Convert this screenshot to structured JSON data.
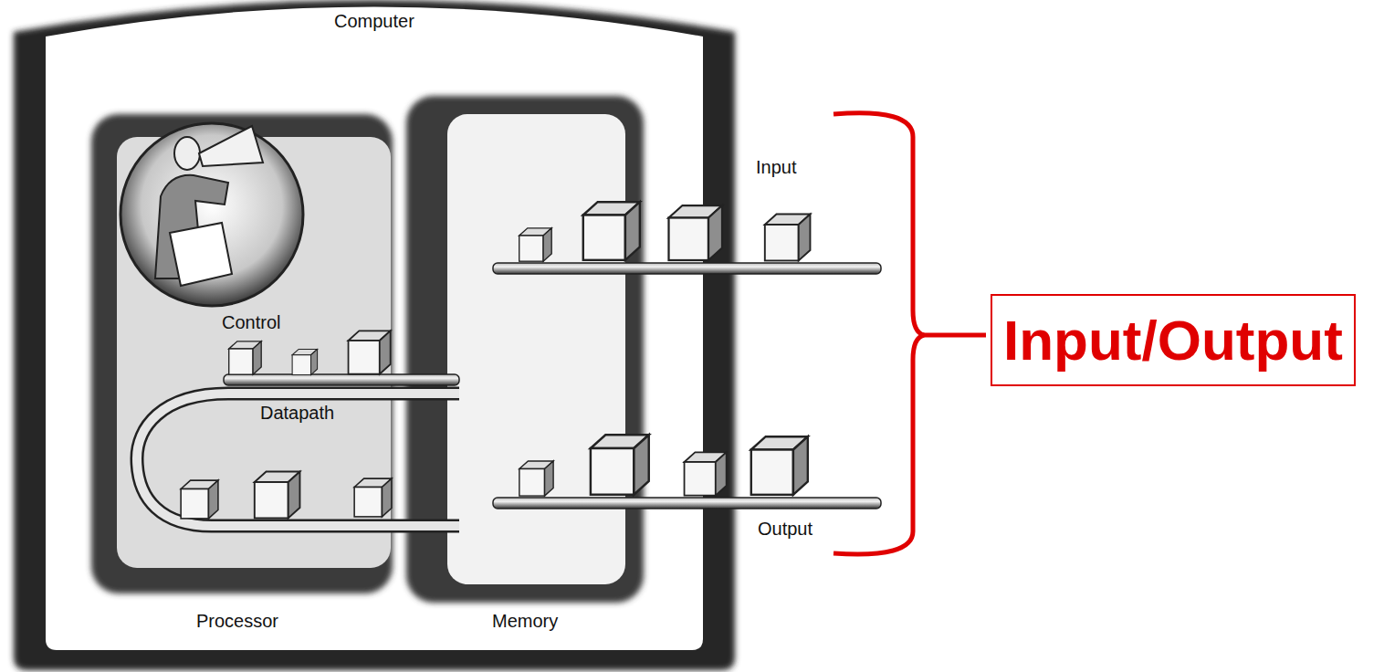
{
  "diagram": {
    "nodes": [
      {
        "text": [
          "Computer"
        ]
      },
      {
        "text": [
          "Processor"
        ],
        "in": 0
      },
      {
        "text": [
          "Memory"
        ],
        "in": 0
      },
      {
        "text": [
          "Input/Output"
        ]
      }
    ],
    "labels": [
      "Input",
      "Control",
      "Datapath",
      "Output"
    ]
  }
}
